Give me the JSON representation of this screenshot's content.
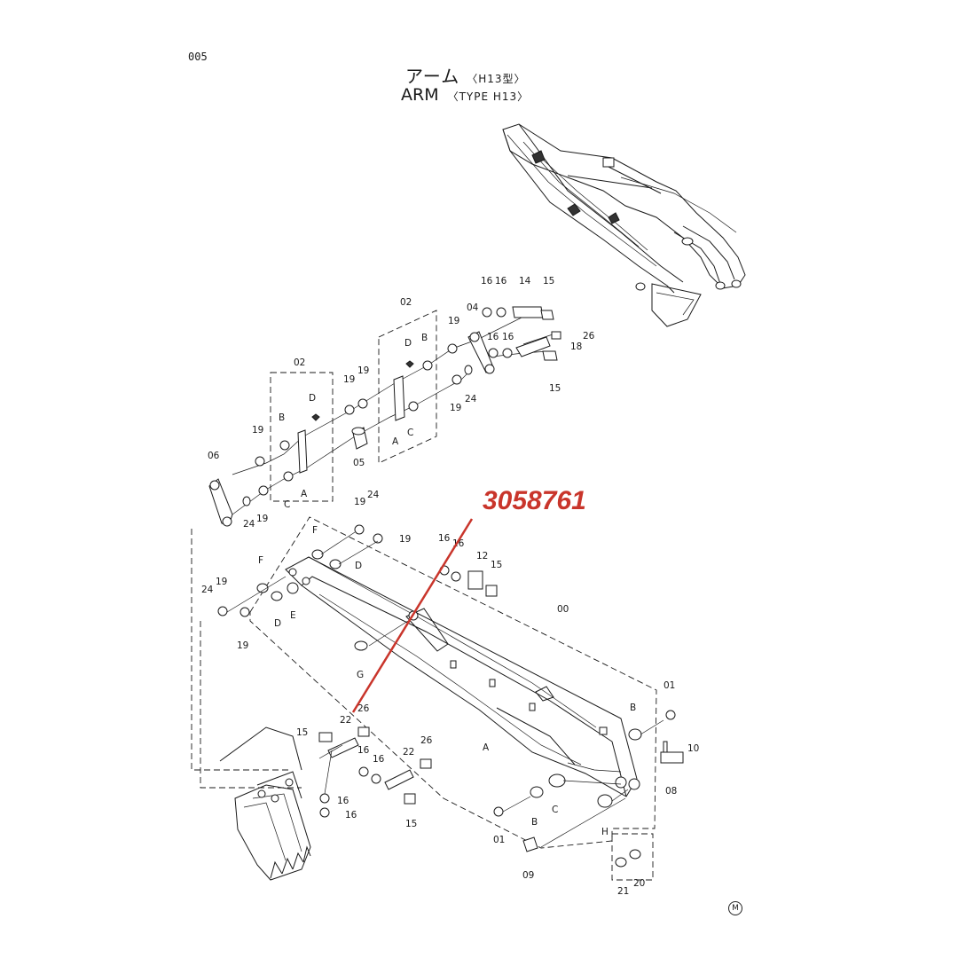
{
  "page": {
    "number": "005",
    "title_jp": "アーム",
    "title_jp_type": "〈H13型〉",
    "title_en": "ARM",
    "title_en_type": "〈TYPE  H13〉",
    "annotation": "3058761",
    "mfr_mark": "M"
  },
  "colors": {
    "annotation": "#c9352b",
    "line": "#1a1a1a"
  },
  "callouts": {
    "c_16a": "16",
    "c_16b": "16",
    "c_14": "14",
    "c_15a": "15",
    "c_04": "04",
    "c_19a": "19",
    "c_16c": "16",
    "c_16d": "16",
    "c_26a": "26",
    "c_18": "18",
    "c_15b": "15",
    "c_02r": "02",
    "c_Dr": "D",
    "c_Br": "B",
    "c_Ar": "A",
    "c_Cr": "C",
    "c_19b": "19",
    "c_24a": "24",
    "c_02l": "02",
    "c_19c": "19",
    "c_19d": "19",
    "c_Dl": "D",
    "c_Bl": "B",
    "c_19e": "19",
    "c_Cl": "C",
    "c_Al": "A",
    "c_05": "05",
    "c_06": "06",
    "c_24b": "24",
    "c_19f": "19",
    "c_19g": "19",
    "c_24c": "24",
    "c_19h": "19",
    "c_F1": "F",
    "c_D1": "D",
    "c_F2": "F",
    "c_24d": "24",
    "c_19i": "19",
    "c_D2": "D",
    "c_E": "E",
    "c_19j": "19",
    "c_16e": "16",
    "c_16f": "16",
    "c_12": "12",
    "c_15c": "15",
    "c_G": "G",
    "c_00": "00",
    "c_A": "A",
    "c_01a": "01",
    "c_B1": "B",
    "c_10": "10",
    "c_08": "08",
    "c_B2": "B",
    "c_C2": "C",
    "c_01b": "01",
    "c_H": "H",
    "c_09": "09",
    "c_21": "21",
    "c_20": "20",
    "c_22a": "22",
    "c_26b": "26",
    "c_15d": "15",
    "c_16g": "16",
    "c_16h": "16",
    "c_22b": "22",
    "c_26c": "26",
    "c_16i": "16",
    "c_16j": "16",
    "c_15e": "15"
  }
}
